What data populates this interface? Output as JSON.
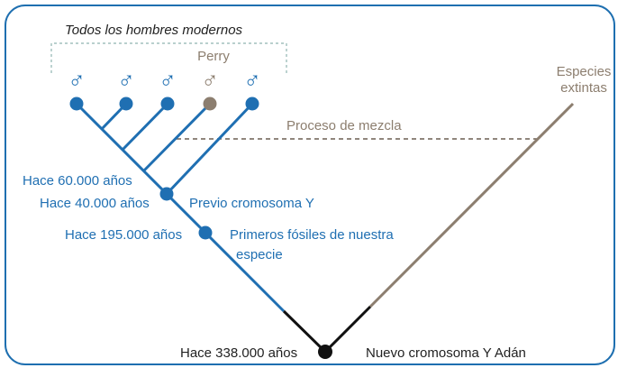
{
  "header": {
    "group_label": "Todos los hombres modernos"
  },
  "labels": {
    "perry": "Perry",
    "extinct_species_line1": "Especies",
    "extinct_species_line2": "extintas",
    "mixing_process": "Proceso de mezcla",
    "date_60k": "Hace 60.000 años",
    "date_40k": "Hace 40.000 años",
    "previous_y": "Previo cromosoma Y",
    "date_195k": "Hace 195.000 años",
    "fossils_line1": "Primeros fósiles de nuestra",
    "fossils_line2": "especie",
    "date_338k": "Hace 338.000 años",
    "new_y_adam": "Nuevo cromosoma Y Adán"
  },
  "icons": {
    "male_symbol": "♂"
  },
  "colors": {
    "frame": "#1E6FB0",
    "blue_line": "#1F6FB2",
    "brown_line": "#8C7E6F",
    "black": "#111111",
    "blue_text": "#1F6FB2",
    "brown_text": "#8C7E6F",
    "dashed_box": "#8FB5B0",
    "dashed_line": "#6B5E52",
    "dark_text": "#222222"
  }
}
